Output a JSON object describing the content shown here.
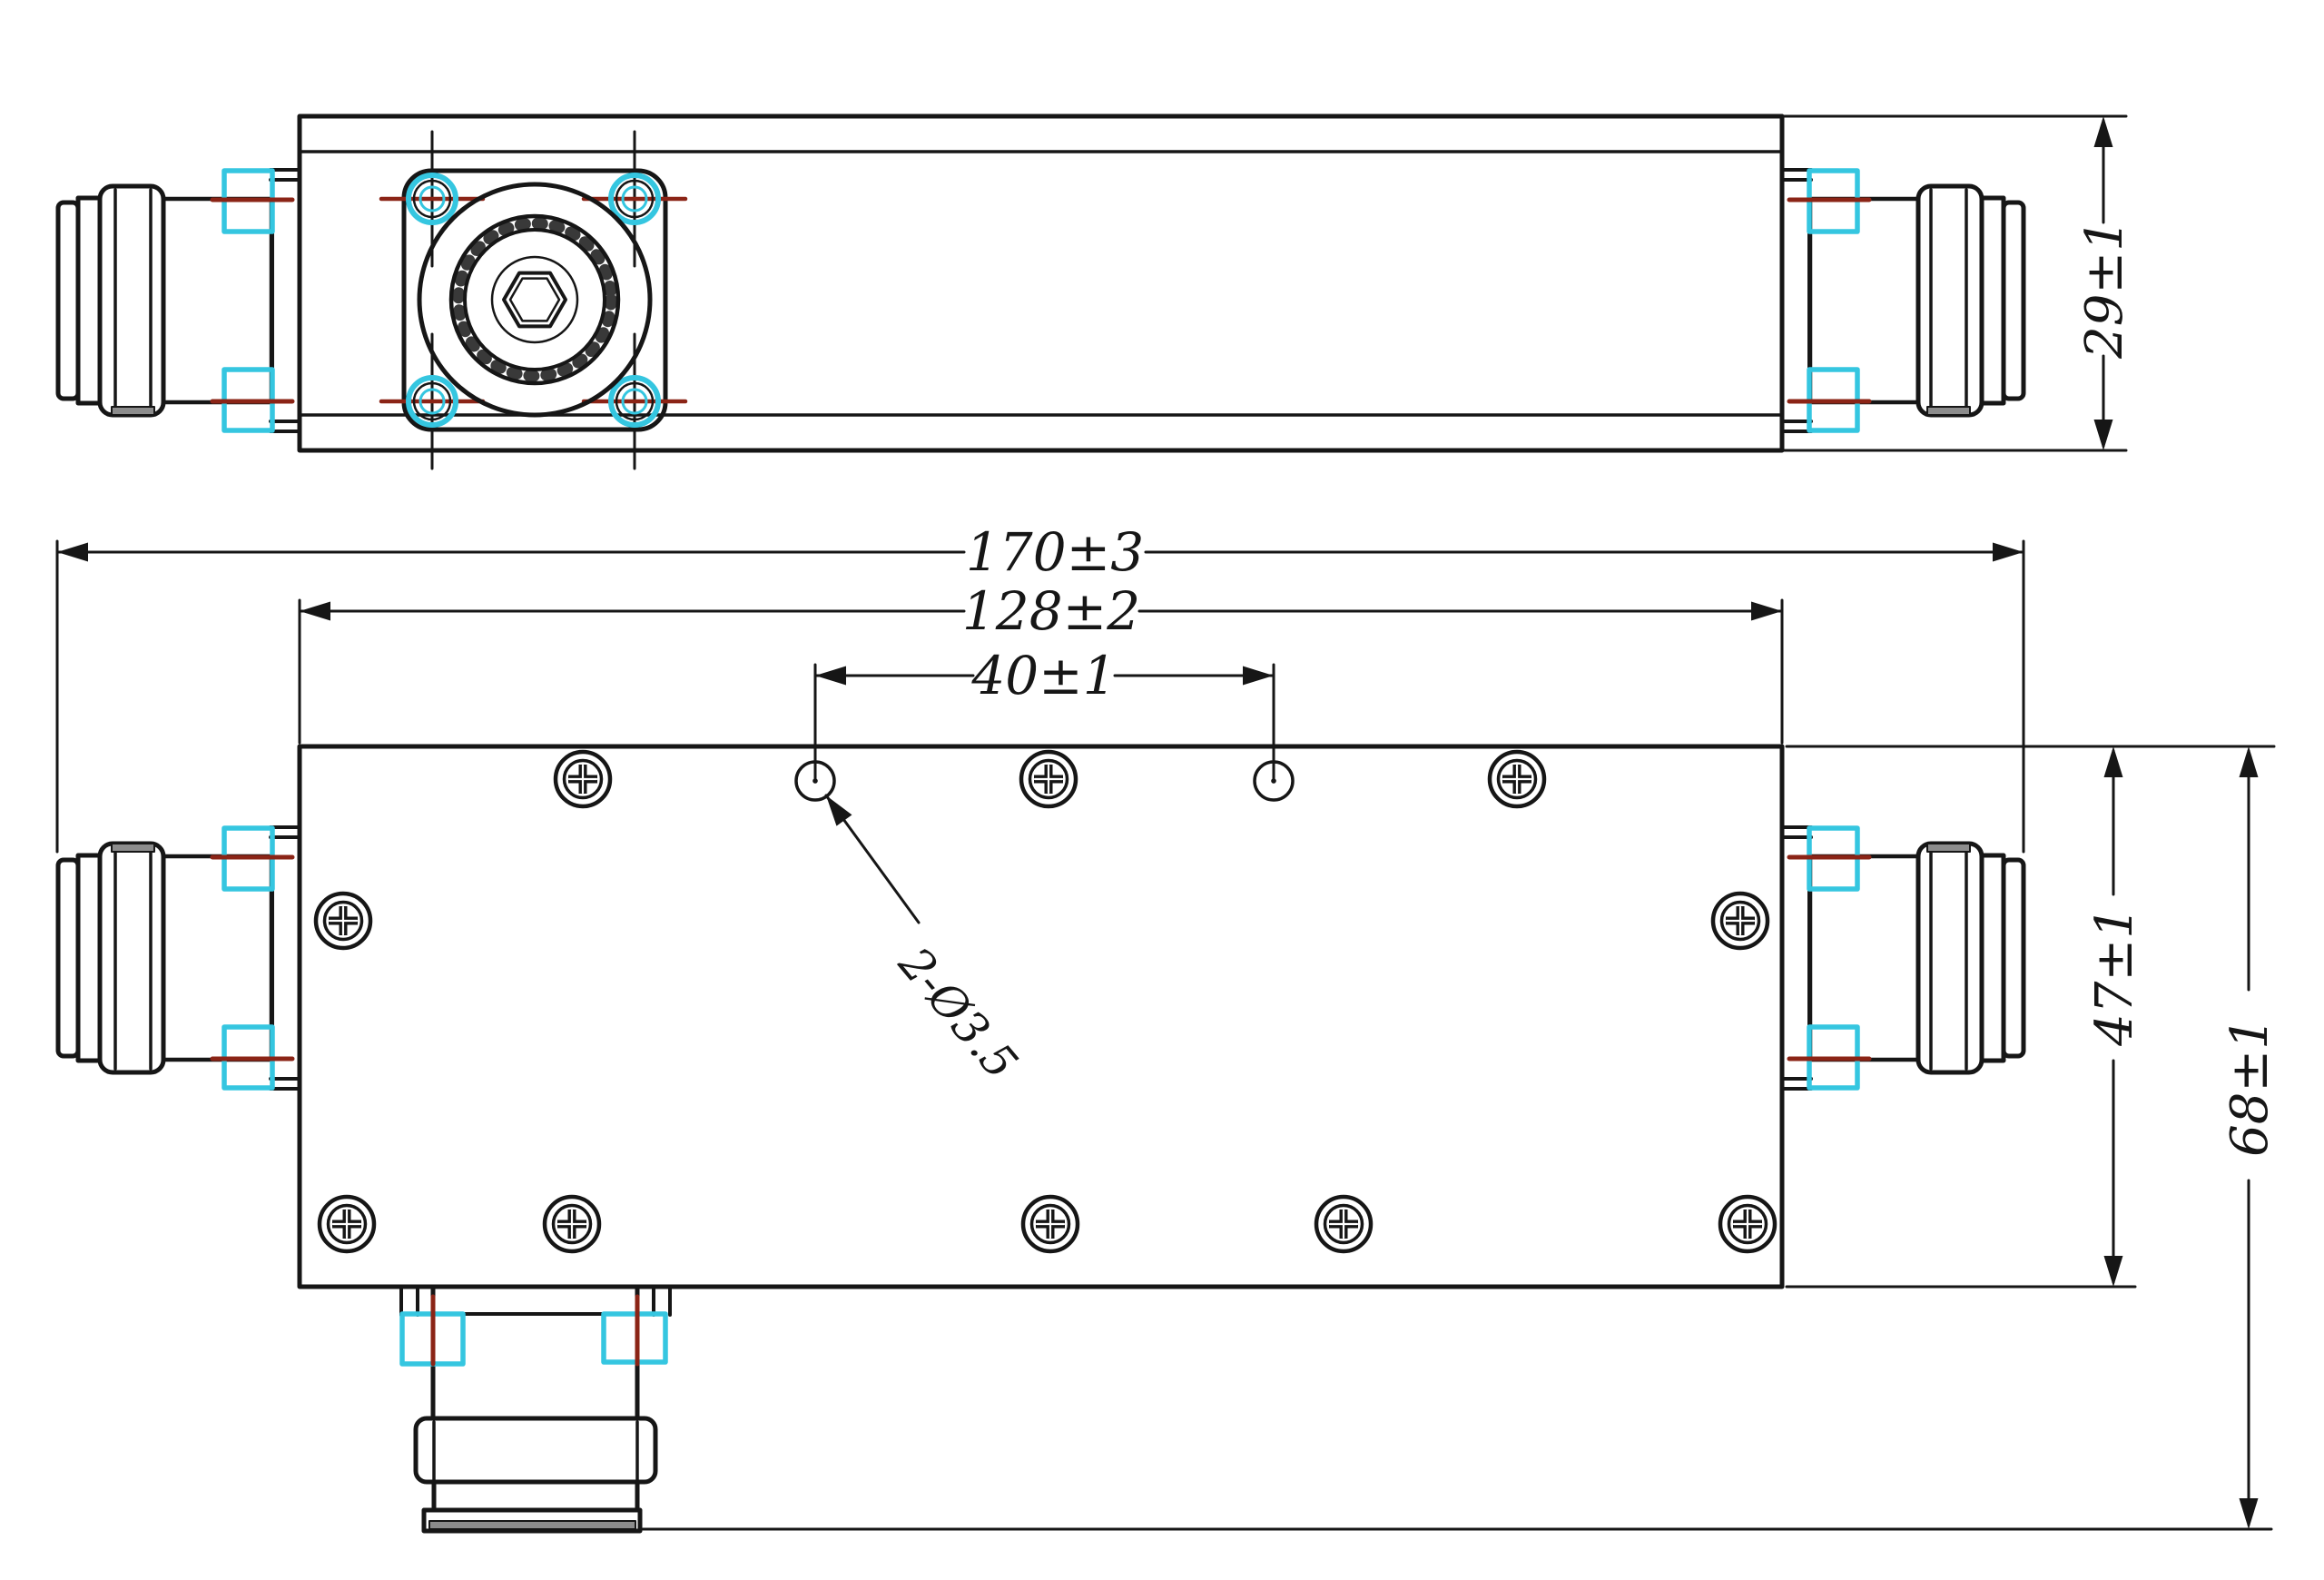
{
  "drawing": {
    "dimensions": {
      "top_view_height": "29±1",
      "overall_length": "170±3",
      "body_length": "128±2",
      "hole_spacing": "40±1",
      "hole_callout": "2-Ø3.5",
      "body_height": "47±1",
      "overall_height": "68±1"
    },
    "colors": {
      "line": "#161616",
      "highlight_cyan": "#35c6e0",
      "centerline_red": "#8b2416",
      "metal_gray": "#8c8c8c",
      "background": "#ffffff"
    },
    "icons": {
      "phillips-screw-icon": "⊕",
      "hole-icon": "○",
      "diameter-symbol": "Ø"
    }
  }
}
